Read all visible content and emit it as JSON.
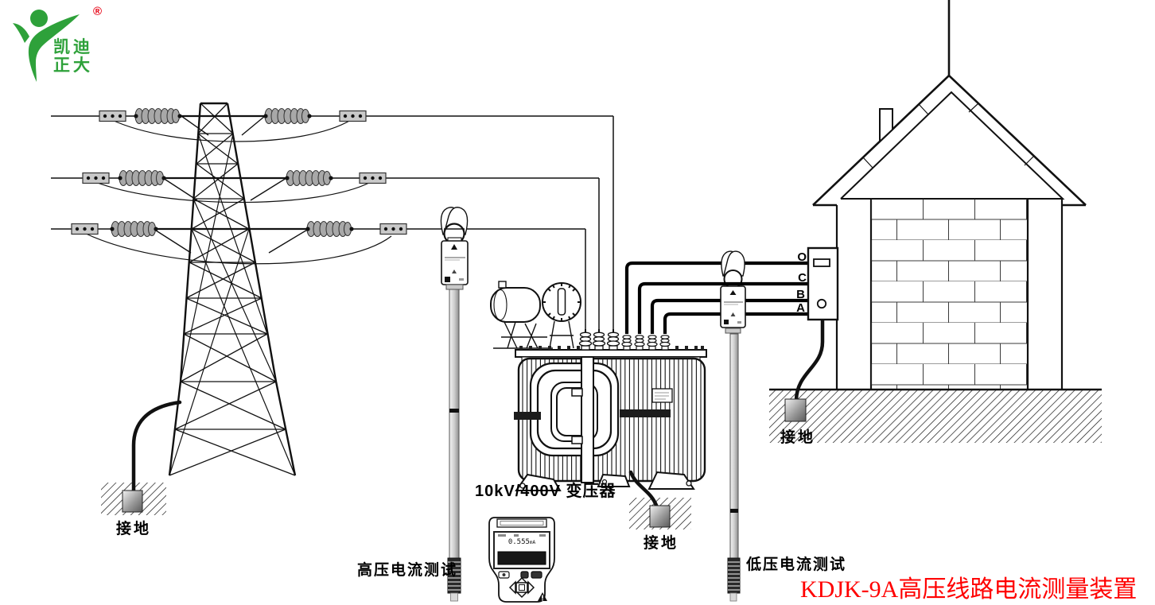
{
  "logo": {
    "text_line1": "凯迪",
    "text_line2": "正大",
    "registered_mark": "®",
    "green": "#2ea13a",
    "red": "#e60012"
  },
  "diagram": {
    "transformer_label": "10kV/400V 变压器",
    "hv_test_label": "高压电流测试",
    "lv_test_label": "低压电流测试",
    "tower_ground_label": "接地",
    "transformer_ground_label": "接地",
    "house_ground_label": "接地",
    "phase_labels": [
      "O",
      "C",
      "B",
      "A"
    ],
    "meter_display": {
      "reading": "0.555",
      "unit": "mA"
    }
  },
  "title": {
    "text": "KDJK-9A高压线路电流测量装置",
    "color": "#ff0000"
  },
  "colors": {
    "line_black": "#111111",
    "metal_gray": "#a8a8a8",
    "logo_green": "#2ea13a",
    "accent_red": "#ff0000"
  }
}
